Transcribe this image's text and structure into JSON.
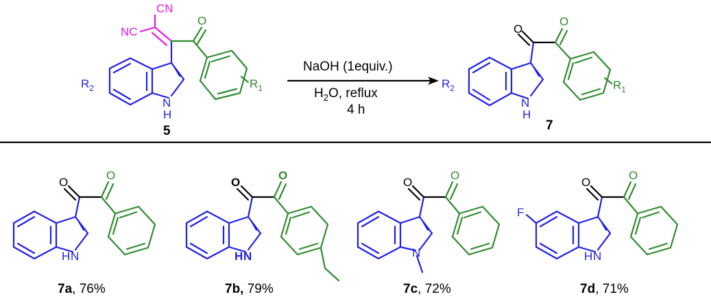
{
  "colors": {
    "indole": "#1f1fe6",
    "benzoyl": "#2e8b2e",
    "dicyanovinyl": "#e619e6",
    "text": "#000000"
  },
  "reaction": {
    "reactant": {
      "number": "5",
      "atoms": {
        "nc_top": "CN",
        "nc_left": "NC",
        "oxygen": "O",
        "r2": "R",
        "r2_sub": "2",
        "r1": "R",
        "r1_sub": "1",
        "nh_n": "N",
        "nh_h": "H"
      }
    },
    "conditions": {
      "reagent": "NaOH (1equiv.)",
      "solvent_h": "H",
      "solvent_sub": "2",
      "solvent_rest": "O, reflux",
      "time": "4 h"
    },
    "product": {
      "number": "7",
      "atoms": {
        "o1": "O",
        "o2": "O",
        "r2": "R",
        "r2_sub": "2",
        "r1": "R",
        "r1_sub": "1",
        "nh_n": "N",
        "nh_h": "H"
      }
    }
  },
  "examples": [
    {
      "id": "7a",
      "separator": ",",
      "yield": " 76%",
      "atoms": {
        "o1": "O",
        "o2": "O",
        "n": "N",
        "h": "H"
      }
    },
    {
      "id": "7b,",
      "separator": "",
      "yield": " 79%",
      "atoms": {
        "o1": "O",
        "o2": "O",
        "n": "N",
        "h": "H"
      }
    },
    {
      "id": "7c",
      "separator": ",",
      "yield": " 72%",
      "atoms": {
        "o1": "O",
        "o2": "O",
        "n": "N"
      }
    },
    {
      "id": "7d",
      "separator": ",",
      "yield": " 71%",
      "atoms": {
        "o1": "O",
        "o2": "O",
        "n": "N",
        "h": "H",
        "f": "F"
      }
    }
  ]
}
